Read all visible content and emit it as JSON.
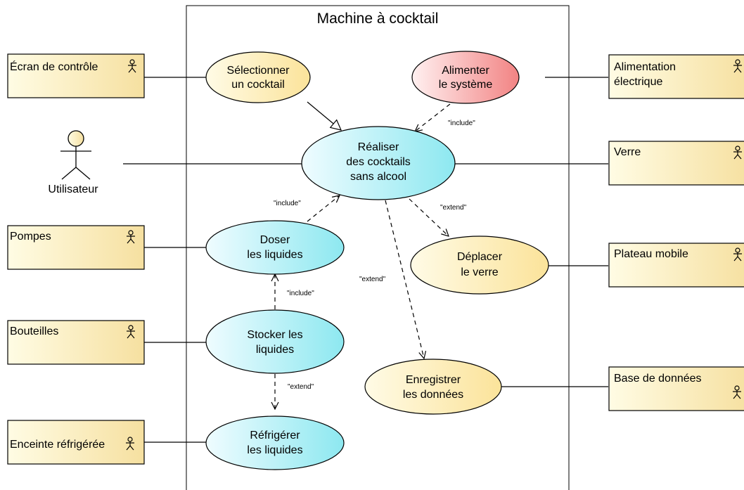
{
  "system": {
    "title": "Machine à cocktail"
  },
  "use_cases": [
    {
      "id": "selectionner",
      "lines": [
        "Sélectionner",
        "un cocktail"
      ],
      "fill": "yellow"
    },
    {
      "id": "alimenter",
      "lines": [
        "Alimenter",
        "le système"
      ],
      "fill": "red"
    },
    {
      "id": "realiser",
      "lines": [
        "Réaliser",
        "des cocktails",
        "sans alcool"
      ],
      "fill": "cyan"
    },
    {
      "id": "doser",
      "lines": [
        "Doser",
        "les liquides"
      ],
      "fill": "cyan"
    },
    {
      "id": "deplacer",
      "lines": [
        "Déplacer",
        "le verre"
      ],
      "fill": "yellow"
    },
    {
      "id": "stocker",
      "lines": [
        "Stocker les",
        "liquides"
      ],
      "fill": "cyan"
    },
    {
      "id": "enregistrer",
      "lines": [
        "Enregistrer",
        "les données"
      ],
      "fill": "yellow"
    },
    {
      "id": "refrigerer",
      "lines": [
        "Réfrigérer",
        "les liquides"
      ],
      "fill": "cyan"
    }
  ],
  "actors": [
    {
      "id": "ecran",
      "lines": [
        "Écran de contrôle"
      ]
    },
    {
      "id": "alimentation",
      "lines": [
        "Alimentation",
        "électrique"
      ]
    },
    {
      "id": "verre",
      "lines": [
        "Verre"
      ]
    },
    {
      "id": "pompes",
      "lines": [
        "Pompes"
      ]
    },
    {
      "id": "plateau",
      "lines": [
        "Plateau mobile"
      ]
    },
    {
      "id": "bouteilles",
      "lines": [
        "Bouteilles"
      ]
    },
    {
      "id": "base",
      "lines": [
        "Base de données"
      ]
    },
    {
      "id": "enceinte",
      "lines": [
        "Enceinte réfrigérée"
      ]
    }
  ],
  "stick_actor": {
    "label": "Utilisateur"
  },
  "relations": [
    {
      "id": "alimenter-realiser",
      "kind": "dashed",
      "label": "\"include\""
    },
    {
      "id": "doser-realiser",
      "kind": "dashed",
      "label": "\"include\""
    },
    {
      "id": "realiser-deplacer",
      "kind": "dashed",
      "label": "\"extend\""
    },
    {
      "id": "realiser-enregistrer",
      "kind": "dashed",
      "label": "\"extend\""
    },
    {
      "id": "stocker-doser",
      "kind": "dashed",
      "label": "\"include\""
    },
    {
      "id": "stocker-refrigerer",
      "kind": "dashed",
      "label": "\"extend\""
    },
    {
      "id": "selectionner-realiser",
      "kind": "generalization",
      "label": ""
    }
  ],
  "colors": {
    "yellow_light": "#fffbe6",
    "yellow_dark": "#fbe39a",
    "cyan_light": "#effcff",
    "cyan_dark": "#8de8f0",
    "red_light": "#fff0f0",
    "red_dark": "#f28383",
    "actor_light": "#fffce4",
    "actor_dark": "#f6e0a0",
    "line": "#000000"
  }
}
